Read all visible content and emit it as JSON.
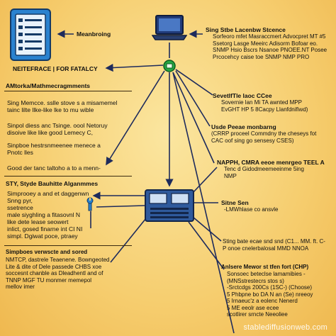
{
  "colors": {
    "wire": "#1e2b5c",
    "panel_blue": "#2a82cf",
    "server_blue": "#2f5a9c",
    "node_green": "#26a844"
  },
  "icons": [
    "document-panel-icon",
    "laptop-icon",
    "green-node-icon",
    "server-icon",
    "wrench-icon"
  ],
  "labels": {
    "monitoring": "Meanbroing",
    "interface": "NEITEFRACE | FOR FATALCY",
    "top_right_title": "Sing  Stbe Lacenbw Stcence",
    "top_right_body": "Sorfeoro mfet Masraccmert Advocpret MT #5\nSsetorg Lasge Meeirc Adisorm Bofoar eo.\nSNMP Hsio Bscrs Nsanoe PNOEE.NT Posee\nPrcocehcy caise toe SNMP NMP PRO",
    "sidebar_header": "AMtorka/Mathmecragmments",
    "left_block_1": "Sing Memcce. sslle stove s a misamemel\ntainc lilte llke-like lke to mu wible",
    "left_block_2": "Sinpol diess anc Tsinge. oool Netoruy\ndisoive like like good Lemecy C,",
    "left_block_3": "Sinpboe hestrsnmeenee menece a\nPnotc lles",
    "left_block_4": "Good der tanc taltoho a to a menn-",
    "left_section_2_title": "STY, Styde Bauhitte Alganmmes",
    "left_section_2_body": "Simprooey a and et daggenwn\nSnng pyr,\nssetrence\nmale siyghling a fitasovnl N\nlike dete lease seowert\ninlict, gosed finarne int CI NI\nsimpl. Dgiwat poce, ptraey",
    "left_section_3_title": "Simpboes verwscte and sored",
    "left_section_3_body": "NMTCP, dastrele Teaenene. Bowngeoted\nLite & dite  of Dele passede CHBS xoe\nsoccesnt chanble as Dleadhentl and of\nTNNP  MGF  TU monmer memepol\nmellov imer",
    "r1_title": "SevetlfTle laoc CCee",
    "r1_body": "Sovernie lan Mi TA awnted MPP\nEvGHT HP 5 8Cacpy Llanfdnifiwd)",
    "r2_title": "Usde Peeae monbarng",
    "r2_body": "(CRRP proceel Commdny the cheseys fot\nCAC oof sing go  sensesy CSES)",
    "r3_title": "NAPPH, CMRA eeoe menrgeo TEEL A",
    "r3_body": "Tenc d Gidodmeemeeinme 5ing\nNMP",
    "r4_title": "Sitne Sen",
    "r4_body": "-LMWhlase co ansvle",
    "r5_body": "Sting bate ecae snd snd (C1... MM. ft. C-\nP onoe cnelerbalosal MMD NNOA",
    "r6_title": "Anlsere  Mewor  st tfen fort (CHP)",
    "r6_body": "Sonsoec beteclse lamamibies -\n(MNSstrestecrs stos s)\n-Srctcdgs 200Cs (1SC-) (Choose)\n5 Phbpne bo DA N an (Se) nreeoy\n5  Irnaeuc'z a eolenc Nenerd\n5 ME  eeolr ase ecee\nscotlirer srncte Neeoliee",
    "watermark": "stablediffusionweb.com"
  }
}
